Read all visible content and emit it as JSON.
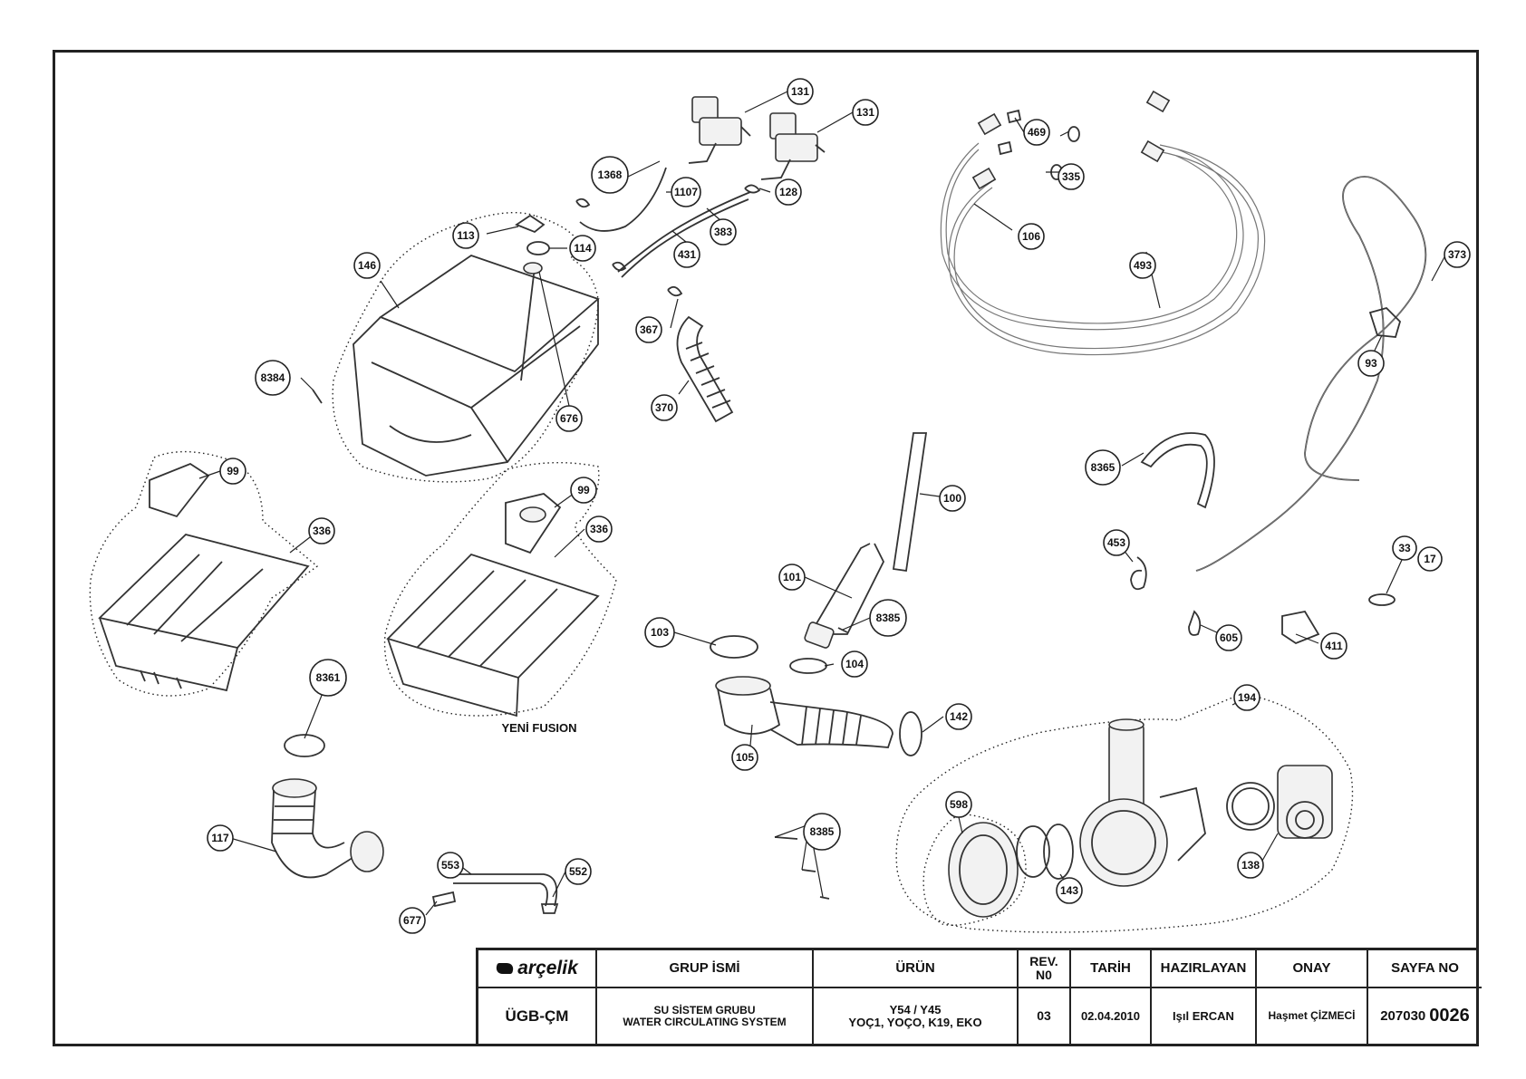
{
  "drawing": {
    "callouts": [
      {
        "id": "c-131a",
        "label": "131"
      },
      {
        "id": "c-131b",
        "label": "131"
      },
      {
        "id": "c-469",
        "label": "469"
      },
      {
        "id": "c-335",
        "label": "335"
      },
      {
        "id": "c-1368",
        "label": "1368"
      },
      {
        "id": "c-1107",
        "label": "1107"
      },
      {
        "id": "c-128",
        "label": "128"
      },
      {
        "id": "c-113",
        "label": "113"
      },
      {
        "id": "c-114",
        "label": "114"
      },
      {
        "id": "c-383",
        "label": "383"
      },
      {
        "id": "c-431",
        "label": "431"
      },
      {
        "id": "c-106",
        "label": "106"
      },
      {
        "id": "c-146",
        "label": "146"
      },
      {
        "id": "c-493",
        "label": "493"
      },
      {
        "id": "c-373",
        "label": "373"
      },
      {
        "id": "c-367",
        "label": "367"
      },
      {
        "id": "c-93",
        "label": "93"
      },
      {
        "id": "c-8384",
        "label": "8384"
      },
      {
        "id": "c-370",
        "label": "370"
      },
      {
        "id": "c-676",
        "label": "676"
      },
      {
        "id": "c-8365",
        "label": "8365"
      },
      {
        "id": "c-99a",
        "label": "99"
      },
      {
        "id": "c-100",
        "label": "100"
      },
      {
        "id": "c-99b",
        "label": "99"
      },
      {
        "id": "c-336a",
        "label": "336"
      },
      {
        "id": "c-336b",
        "label": "336"
      },
      {
        "id": "c-453",
        "label": "453"
      },
      {
        "id": "c-33",
        "label": "33"
      },
      {
        "id": "c-17",
        "label": "17"
      },
      {
        "id": "c-101",
        "label": "101"
      },
      {
        "id": "c-8385a",
        "label": "8385"
      },
      {
        "id": "c-103",
        "label": "103"
      },
      {
        "id": "c-605",
        "label": "605"
      },
      {
        "id": "c-411",
        "label": "411"
      },
      {
        "id": "c-104",
        "label": "104"
      },
      {
        "id": "c-8361",
        "label": "8361"
      },
      {
        "id": "c-194",
        "label": "194"
      },
      {
        "id": "c-142",
        "label": "142"
      },
      {
        "id": "c-105",
        "label": "105"
      },
      {
        "id": "c-598",
        "label": "598"
      },
      {
        "id": "c-8385b",
        "label": "8385"
      },
      {
        "id": "c-117",
        "label": "117"
      },
      {
        "id": "c-138",
        "label": "138"
      },
      {
        "id": "c-553",
        "label": "553"
      },
      {
        "id": "c-552",
        "label": "552"
      },
      {
        "id": "c-143",
        "label": "143"
      },
      {
        "id": "c-677",
        "label": "677"
      }
    ],
    "note_yeni_fusion": "YENİ FUSION"
  },
  "title_block": {
    "brand": "arçelik",
    "headers": {
      "group_name": "GRUP İSMİ",
      "product": "ÜRÜN",
      "rev": "REV. N0",
      "date": "TARİH",
      "prepared_by": "HAZIRLAYAN",
      "approval": "ONAY",
      "page_no": "SAYFA NO"
    },
    "values": {
      "dept": "ÜGB-ÇM",
      "group_name_tr": "SU SİSTEM GRUBU",
      "group_name_en": "WATER CIRCULATING SYSTEM",
      "product_line1": "Y54 / Y45",
      "product_line2": "YOÇ1, YOÇO, K19, EKO",
      "rev": "03",
      "date": "02.04.2010",
      "prepared_by": "Işıl ERCAN",
      "approval": "Haşmet ÇİZMECİ",
      "page_prefix": "207030",
      "page_number": "0026"
    }
  }
}
